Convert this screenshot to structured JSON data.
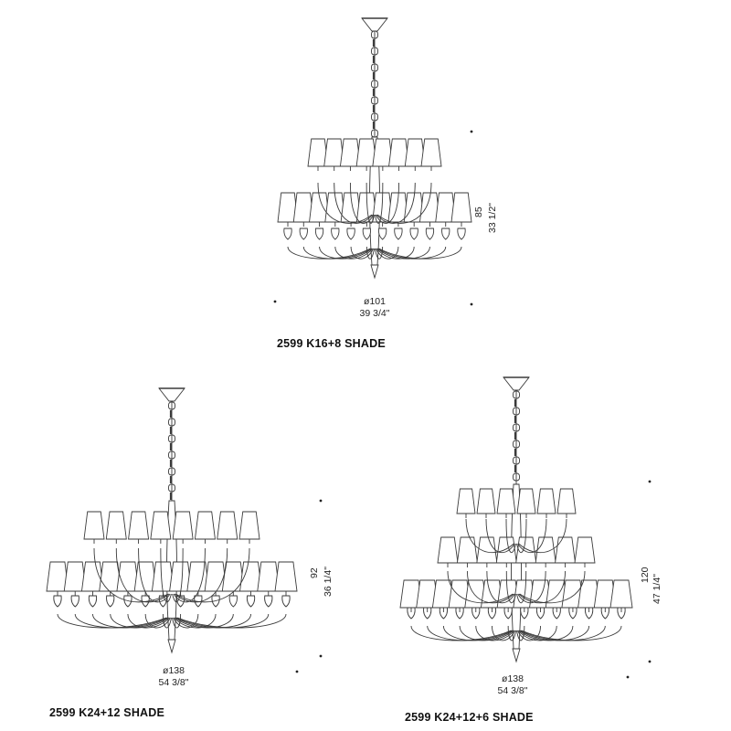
{
  "colors": {
    "line": "#3a3a3a",
    "text": "#111111",
    "background": "#ffffff"
  },
  "models": [
    {
      "name": "2599 K16+8 SHADE",
      "height_cm": "85",
      "height_in": "33 1/2\"",
      "diameter_cm": "ø101",
      "diameter_in": "39 3/4\""
    },
    {
      "name": "2599 K24+12 SHADE",
      "height_cm": "92",
      "height_in": "36 1/4\"",
      "diameter_cm": "ø138",
      "diameter_in": "54 3/8\""
    },
    {
      "name": "2599 K24+12+6 SHADE",
      "height_cm": "120",
      "height_in": "47 1/4\"",
      "diameter_cm": "ø138",
      "diameter_in": "54 3/8\""
    }
  ]
}
